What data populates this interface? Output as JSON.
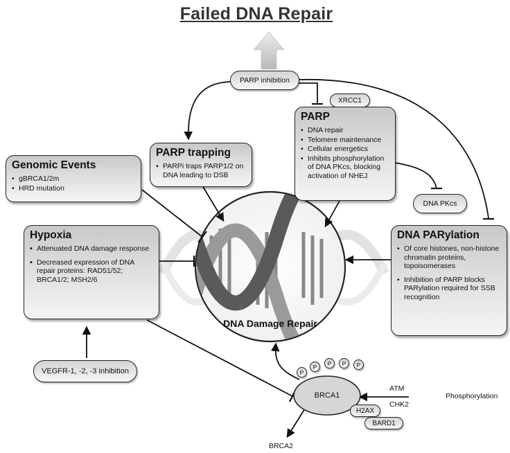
{
  "title": "Failed DNA Repair",
  "parp_inhibition": "PARP inhibition",
  "xrcc1": "XRCC1",
  "parp": {
    "title": "PARP",
    "items": [
      "DNA repair",
      "Telomere maintenance",
      "Cellular energetics",
      "Inhibits phosphorylation of DNA PKcs, blocking activation of NHEJ"
    ]
  },
  "parp_trapping": {
    "title": "PARP trapping",
    "items": [
      "PARPi traps PARP1/2 on DNA leading to DSB"
    ]
  },
  "genomic_events": {
    "title": "Genomic Events",
    "items": [
      "gBRCA1/2m",
      "HRD mutation"
    ]
  },
  "dna_pkcs": "DNA PKcs",
  "dna_parylation": {
    "title": "DNA PARylation",
    "items": [
      "Of core histones, non-histone chromatin proteins, topoisomerases",
      "Inhibition of PARP blocks PARylation required for SSB recognition"
    ]
  },
  "hypoxia": {
    "title": "Hypoxia",
    "items": [
      "Attenuated DNA damage response",
      "Decreased expression of DNA repair proteins: RAD51/52; BRCA1/2; MSH2/6"
    ]
  },
  "dna_damage_repair": "DNA Damage Repair",
  "vegfr": "VEGFR-1, -2, -3 inhibition",
  "brca1": "BRCA1",
  "phospho_marks": [
    "P",
    "P",
    "P",
    "P",
    "P"
  ],
  "atm": "ATM",
  "chk2": "CHK2",
  "phosphorylation": "Phosphorylation",
  "h2ax": "H2AX",
  "bard1": "BARD1",
  "brca2": "BRCA2"
}
